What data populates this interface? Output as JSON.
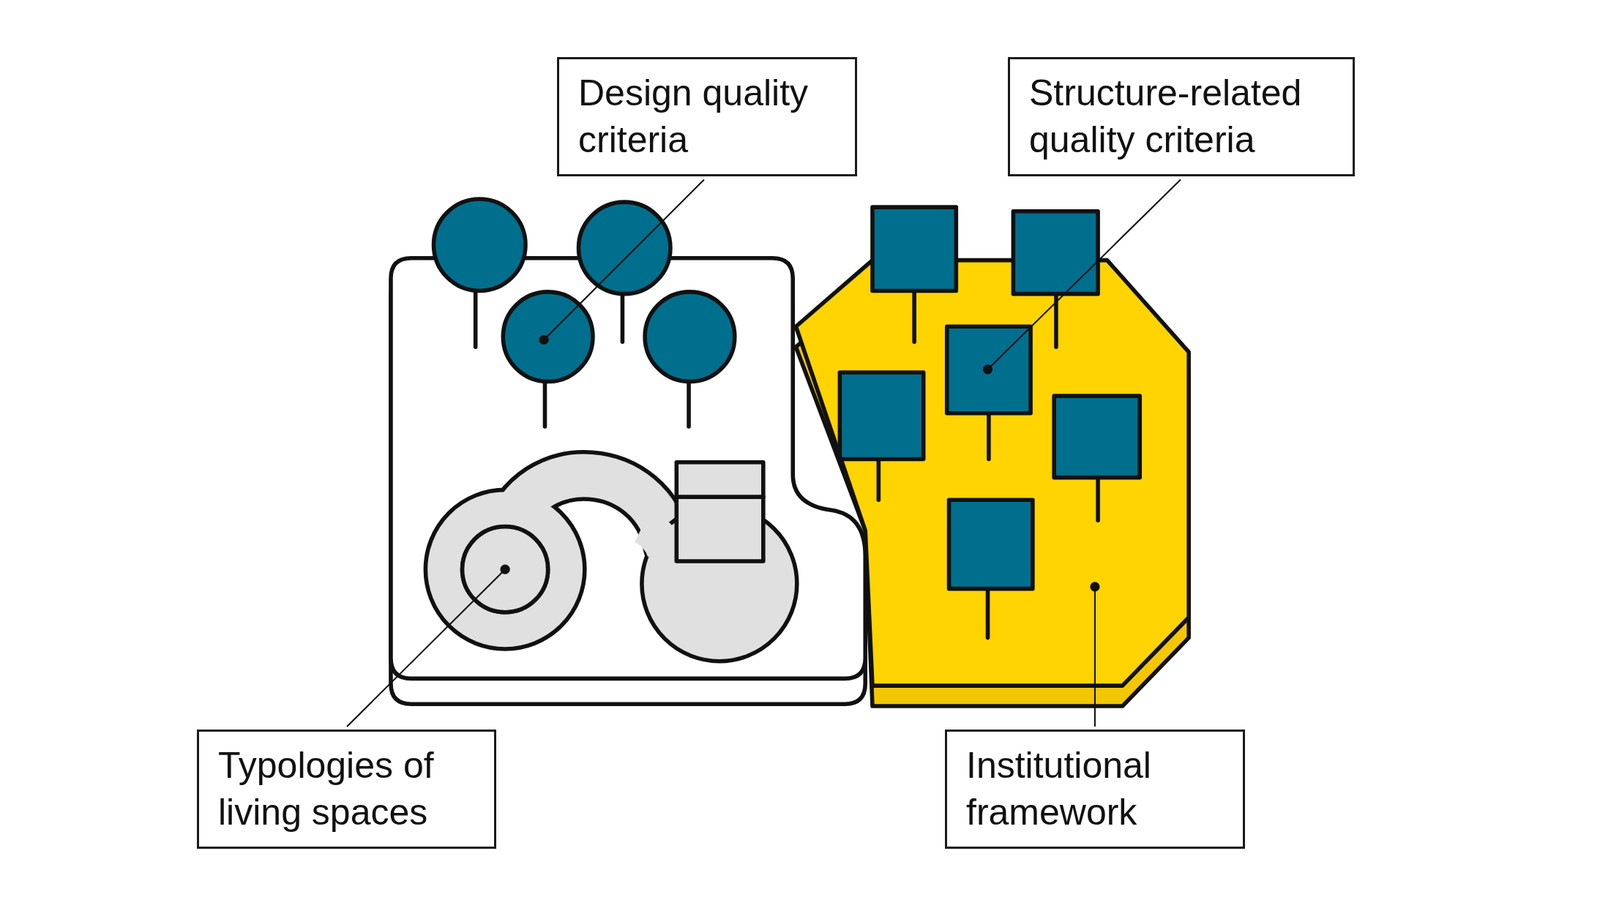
{
  "diagram": {
    "nodes": [
      {
        "text": [
          "Design quality criteria"
        ]
      },
      {
        "text": [
          "Structure-related quality criteria"
        ]
      },
      {
        "text": [
          "Typologies of living spaces"
        ]
      },
      {
        "text": [
          "Institutional framework"
        ]
      }
    ]
  }
}
